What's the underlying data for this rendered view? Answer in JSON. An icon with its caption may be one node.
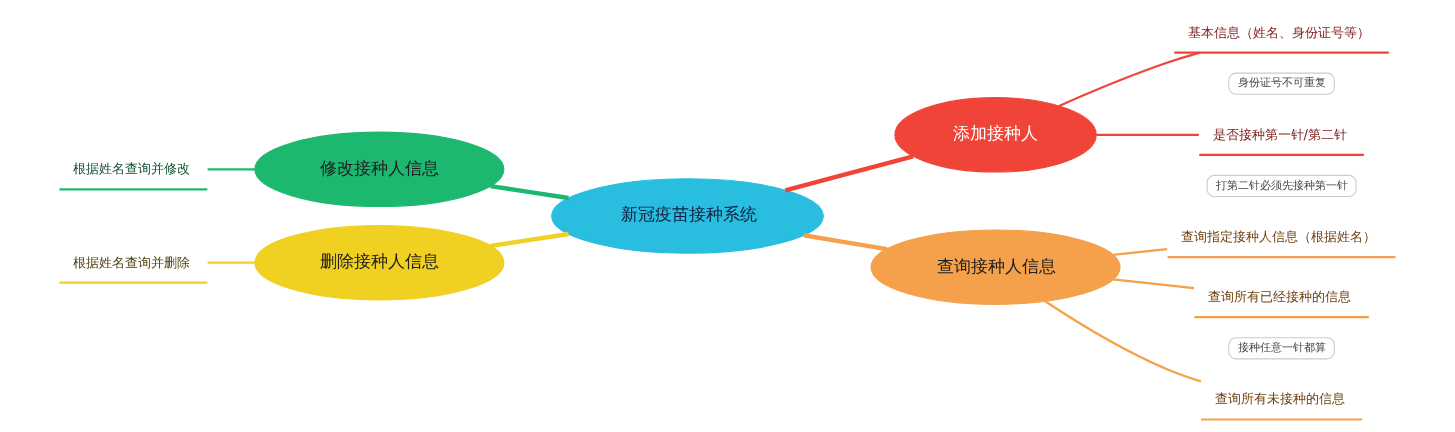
{
  "diagram": {
    "nodes": [
      {
        "text": [
          "新冠疫苗接种系统"
        ]
      },
      {
        "text": [
          "添加接种人"
        ]
      },
      {
        "text": [
          "基本信息（姓名、身份证号等）"
        ],
        "beside": [
          "身份证号不可重复"
        ]
      },
      {
        "text": [
          "是否接种第一针/第二针"
        ],
        "beside": [
          "打第二针必须先接种第一针"
        ]
      },
      {
        "text": [
          "查询接种人信息"
        ]
      },
      {
        "text": [
          "查询指定接种人信息（根据姓名）"
        ]
      },
      {
        "text": [
          "查询所有已经接种的信息"
        ],
        "beside": [
          "接种任意一针都算"
        ]
      },
      {
        "text": [
          "查询所有未接种的信息"
        ]
      },
      {
        "text": [
          "修改接种人信息"
        ]
      },
      {
        "text": [
          "根据姓名查询并修改"
        ]
      },
      {
        "text": [
          "删除接种人信息"
        ]
      },
      {
        "text": [
          "根据姓名查询并删除"
        ]
      }
    ],
    "edges": [
      {
        "from": 0,
        "to": 1,
        "arrow": "none",
        "style": "thick",
        "color": "#f04438"
      },
      {
        "from": 1,
        "to": 2,
        "arrow": "none",
        "color": "#f04438"
      },
      {
        "from": 1,
        "to": 3,
        "arrow": "none",
        "color": "#f04438"
      },
      {
        "from": 0,
        "to": 4,
        "arrow": "none",
        "style": "thick",
        "color": "#f5a04a"
      },
      {
        "from": 4,
        "to": 5,
        "arrow": "none",
        "color": "#f5a04a"
      },
      {
        "from": 4,
        "to": 6,
        "arrow": "none",
        "color": "#f5a04a"
      },
      {
        "from": 4,
        "to": 7,
        "arrow": "none",
        "color": "#f5a04a"
      },
      {
        "from": 8,
        "to": 0,
        "arrow": "none",
        "style": "thick",
        "color": "#1db86f"
      },
      {
        "from": 9,
        "to": 8,
        "arrow": "none",
        "color": "#1db86f"
      },
      {
        "from": 10,
        "to": 0,
        "arrow": "none",
        "style": "thick",
        "color": "#f0d020"
      },
      {
        "from": 11,
        "to": 10,
        "arrow": "none",
        "color": "#f0d020"
      }
    ]
  }
}
